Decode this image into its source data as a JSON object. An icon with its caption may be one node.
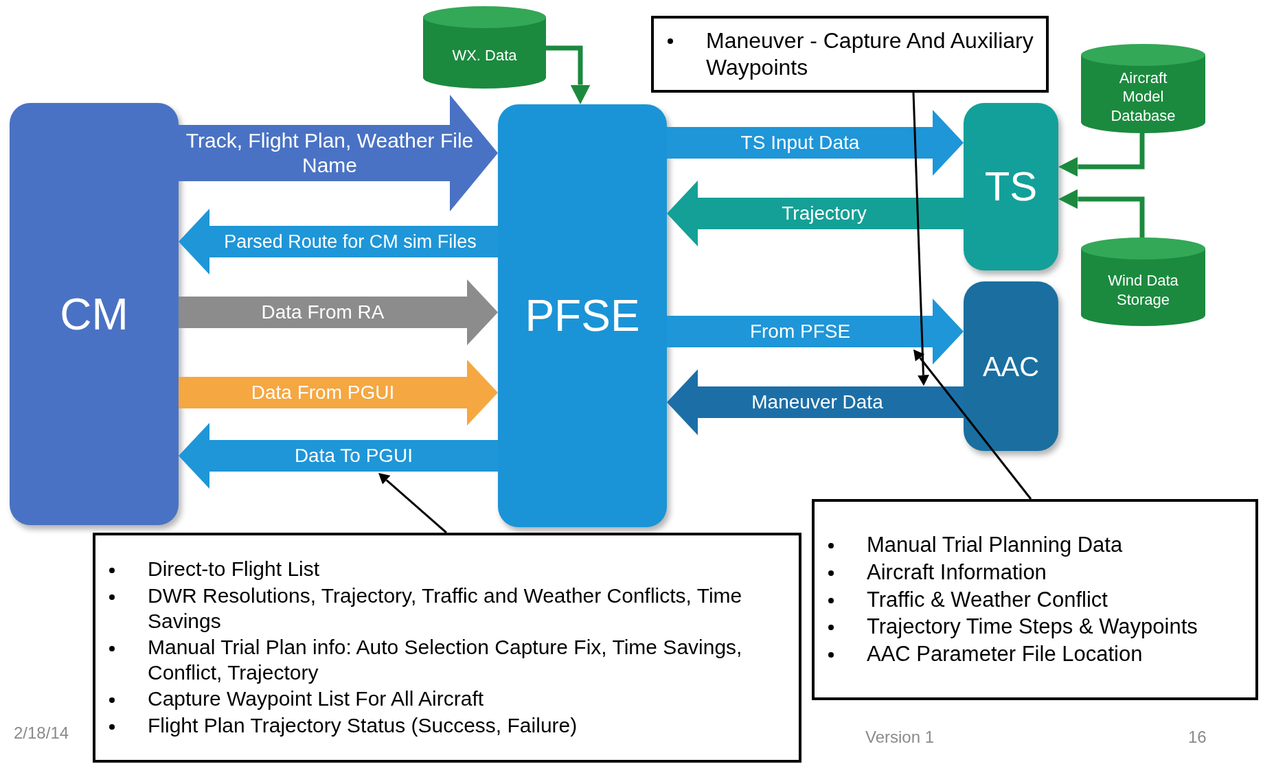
{
  "diagram": {
    "nodes": [
      {
        "text": [
          "CM"
        ]
      },
      {
        "text": [
          "PFSE"
        ]
      },
      {
        "text": [
          "WX. Data"
        ]
      },
      {
        "text": [
          "TS"
        ]
      },
      {
        "text": [
          "AAC"
        ]
      },
      {
        "text": [
          "Aircraft Model Database"
        ]
      },
      {
        "text": [
          "Wind Data Storage"
        ]
      },
      {
        "text": [
          "Maneuver - Capture And Auxiliary Waypoints"
        ]
      },
      {
        "text": [
          "Direct-to Flight List",
          "DWR Resolutions, Trajectory, Traffic and Weather Conflicts, Time Savings",
          "Manual Trial Plan info: Auto Selection Capture Fix, Time Savings, Conflict, Trajectory",
          "Capture Waypoint List For All Aircraft",
          "Flight Plan Trajectory Status (Success, Failure)"
        ]
      },
      {
        "text": [
          "Manual Trial Planning Data",
          "Aircraft Information",
          "Traffic & Weather Conflict",
          "Trajectory Time Steps & Waypoints",
          "AAC Parameter File Location"
        ]
      }
    ],
    "edges": [
      {
        "from": 0,
        "to": 1,
        "arrow": "to",
        "label": "Track, Flight Plan, Weather File Name",
        "color": "#4a72c4"
      },
      {
        "from": 1,
        "to": 0,
        "arrow": "to",
        "label": "Parsed Route for CM sim Files",
        "color": "#1e96d8"
      },
      {
        "from": 0,
        "to": 1,
        "arrow": "to",
        "label": "Data From RA",
        "color": "#8c8c8c"
      },
      {
        "from": 0,
        "to": 1,
        "arrow": "to",
        "label": "Data From PGUI",
        "color": "#f5a742"
      },
      {
        "from": 1,
        "to": 0,
        "arrow": "to",
        "label": "Data To PGUI",
        "color": "#1e96d8"
      },
      {
        "from": 1,
        "to": 3,
        "arrow": "to",
        "label": "TS Input Data",
        "color": "#1e96d8"
      },
      {
        "from": 3,
        "to": 1,
        "arrow": "to",
        "label": "Trajectory",
        "color": "#14a096"
      },
      {
        "from": 1,
        "to": 4,
        "arrow": "to",
        "label": "From PFSE",
        "color": "#1e96d8"
      },
      {
        "from": 4,
        "to": 1,
        "arrow": "to",
        "label": "Maneuver Data",
        "color": "#1c6fa6"
      },
      {
        "from": 2,
        "to": 1,
        "arrow": "to",
        "color": "#1b8a3e"
      },
      {
        "from": 5,
        "to": 3,
        "arrow": "to",
        "color": "#1b8a3e"
      },
      {
        "from": 6,
        "to": 3,
        "arrow": "to",
        "color": "#1b8a3e"
      },
      {
        "from": 7,
        "to": null,
        "arrow": "to",
        "color": "#000000"
      },
      {
        "from": 9,
        "to": null,
        "arrow": "to",
        "color": "#000000"
      },
      {
        "from": 8,
        "to": null,
        "arrow": "to",
        "color": "#000000"
      }
    ],
    "labels": [
      "2/18/14",
      "Version 1",
      "16"
    ]
  }
}
